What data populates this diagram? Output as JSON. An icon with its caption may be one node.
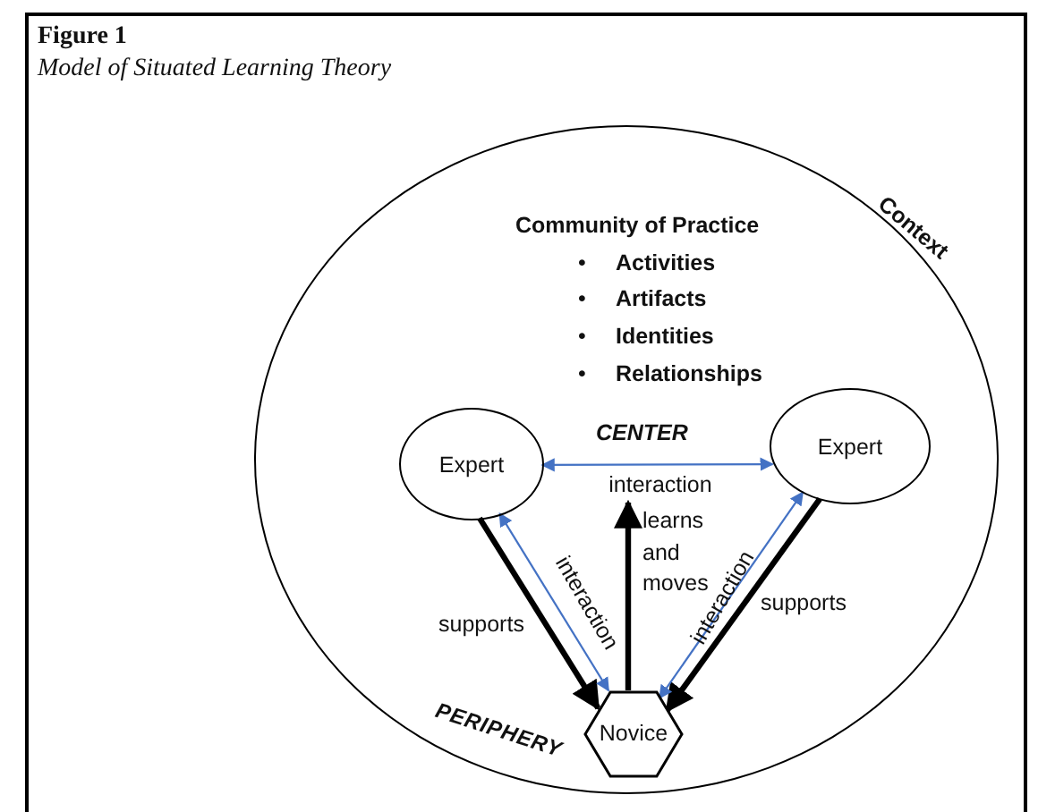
{
  "diagram": {
    "title": "Figure 1",
    "caption": "Model of Situated Learning Theory",
    "nodes": [
      {
        "text": [
          "Context"
        ]
      },
      {
        "text": [
          "Expert"
        ],
        "in": 0
      },
      {
        "text": [
          "Expert"
        ],
        "in": 0
      },
      {
        "text": [
          "Novice"
        ],
        "in": 0
      }
    ],
    "edges": [
      {
        "from": 1,
        "to": 2,
        "arrow": "both",
        "label": "interaction",
        "color": "#4472c4"
      },
      {
        "from": 1,
        "to": 3,
        "arrow": "to",
        "label": "supports",
        "style": "thick",
        "color": "#000000"
      },
      {
        "from": 1,
        "to": 3,
        "arrow": "both",
        "label": "interaction",
        "color": "#4472c4"
      },
      {
        "from": 2,
        "to": 3,
        "arrow": "to",
        "label": "supports",
        "style": "thick",
        "color": "#000000"
      },
      {
        "from": 2,
        "to": 3,
        "arrow": "both",
        "label": "interaction",
        "color": "#4472c4"
      },
      {
        "from": 3,
        "to": null,
        "arrow": "to",
        "label": "learns and moves",
        "style": "thick",
        "color": "#000000"
      }
    ],
    "labels": [
      "Community of Practice",
      "•",
      "Activities",
      "•",
      "Artifacts",
      "•",
      "Identities",
      "•",
      "Relationships",
      "CENTER",
      "PERIPHERY"
    ]
  }
}
